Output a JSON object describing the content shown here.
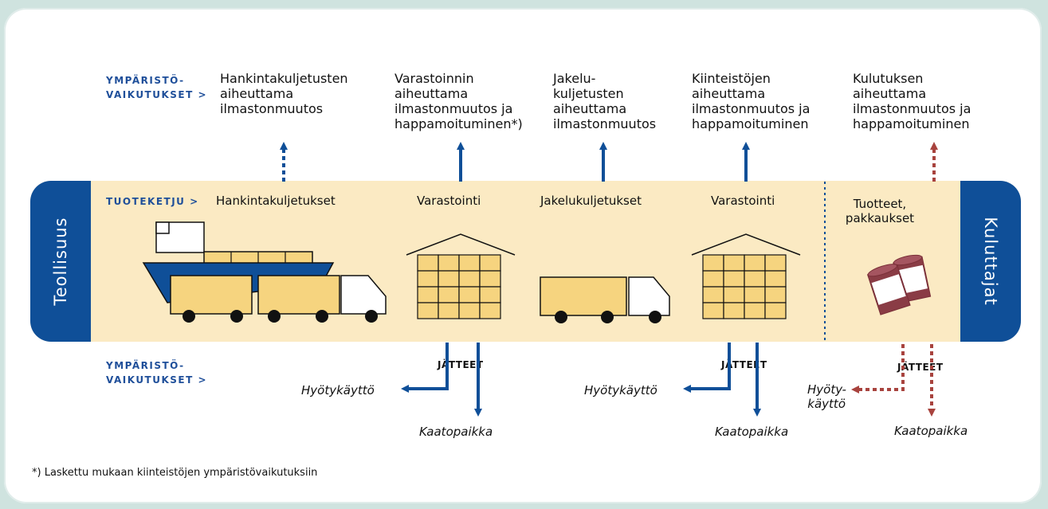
{
  "effects_label_top": "YMPÄRISTÖ-\nVAIKUTUKSET >",
  "effects_label_bottom": "YMPÄRISTÖ-\nVAIKUTUKSET >",
  "product_chain_label": "TUOTEKETJU >",
  "left_end": "Teollisuus",
  "right_end": "Kuluttajat",
  "impacts": [
    "Hankintakuljetusten\naiheuttama\nilmastonmuutos",
    "Varastoinnin\naiheuttama\nilmastonmuutos ja\nhappamoituminen*)",
    "Jakelu-\nkuljetusten\naiheuttama\nilmastonmuutos",
    "Kiinteistöjen\naiheuttama\nilmastonmuutos ja\nhappamoituminen",
    "Kulutuksen\naiheuttama\nilmastonmuutos ja\nhappamoituminen"
  ],
  "stages": [
    "Hankintakuljetukset",
    "Varastointi",
    "Jakelukuljetukset",
    "Varastointi",
    "Tuotteet,\npakkaukset"
  ],
  "waste": {
    "label": "JÄTTEET",
    "reuse": "Hyötykäyttö",
    "reuse_split": "Hyöty-\nkäyttö",
    "landfill": "Kaatopaikka"
  },
  "footnote": "*) Laskettu mukaan kiinteistöjen ympäristövaikutuksiin",
  "colors": {
    "blue": "#0f4f98",
    "band": "#fbeac3",
    "box": "#f6d47f",
    "red": "#a8433e"
  }
}
